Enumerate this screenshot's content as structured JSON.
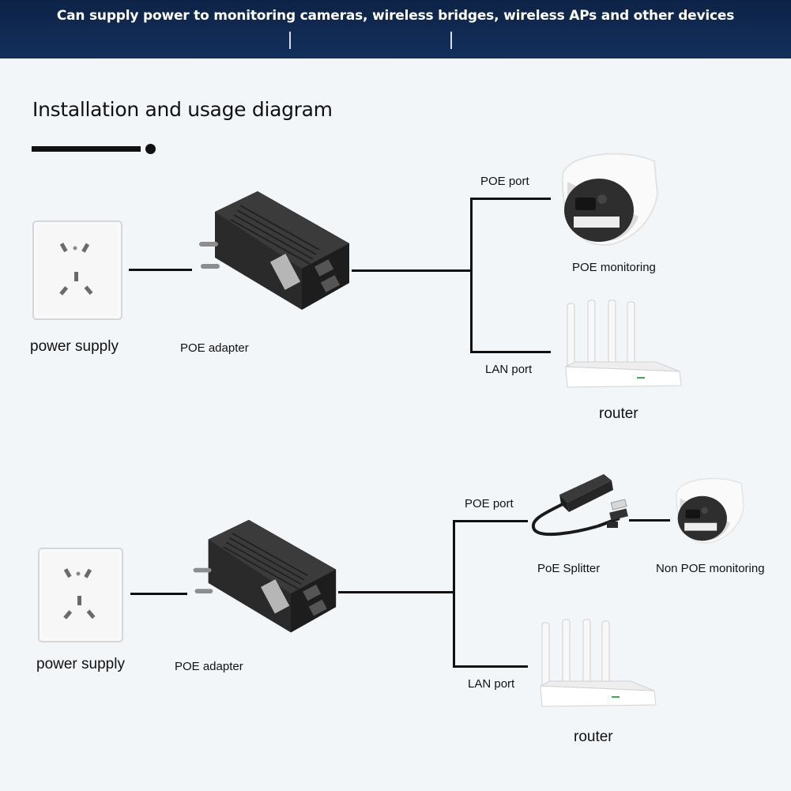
{
  "banner": {
    "text": "Can supply power to monitoring cameras, wireless bridges, wireless APs and other devices"
  },
  "section": {
    "title": "Installation and usage diagram"
  },
  "diagram1": {
    "power_supply_label": "power supply",
    "poe_adapter_label": "POE adapter",
    "poe_port_label": "POE port",
    "lan_port_label": "LAN port",
    "camera_label": "POE monitoring",
    "router_label": "router"
  },
  "diagram2": {
    "power_supply_label": "power supply",
    "poe_adapter_label": "POE adapter",
    "poe_port_label": "POE port",
    "lan_port_label": "LAN port",
    "splitter_label": "PoE Splitter",
    "camera_label": "Non POE monitoring",
    "router_label": "router"
  },
  "icons": [
    "wall-socket-icon",
    "poe-adapter-icon",
    "dome-camera-icon",
    "router-icon",
    "poe-splitter-icon"
  ]
}
